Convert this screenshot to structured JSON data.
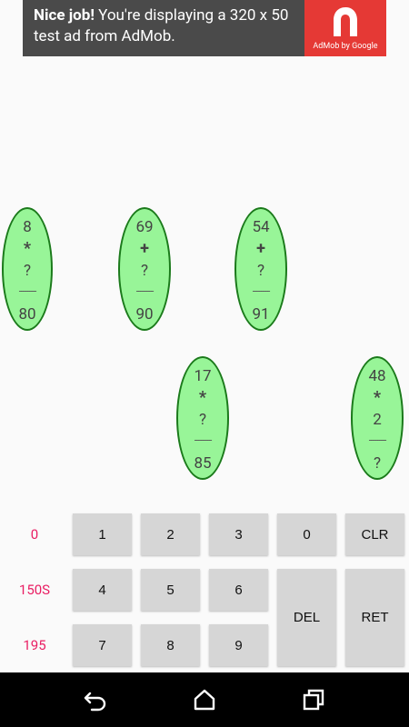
{
  "ad": {
    "strong_text": "Nice job!",
    "body_text": " You're displaying a 320 x 50 test ad from AdMob.",
    "logo_label": "AdMob by Google",
    "bg_color": "#4a4a4a",
    "logo_color": "#e53935"
  },
  "puzzles": [
    {
      "top": "8",
      "op": "*",
      "middle": "?",
      "divider": "--------",
      "result": "80"
    },
    {
      "top": "69",
      "op": "+",
      "middle": "?",
      "divider": "--------",
      "result": "90"
    },
    {
      "top": "54",
      "op": "+",
      "middle": "?",
      "divider": "--------",
      "result": "91"
    },
    {
      "top": "17",
      "op": "*",
      "middle": "?",
      "divider": "--------",
      "result": "85"
    },
    {
      "top": "48",
      "op": "*",
      "middle": "2",
      "divider": "--------",
      "result": "?"
    }
  ],
  "side_labels": {
    "score": "0",
    "time": "150S",
    "total": "195"
  },
  "keys": {
    "k1": "1",
    "k2": "2",
    "k3": "3",
    "k0": "0",
    "clr": "CLR",
    "k4": "4",
    "k5": "5",
    "k6": "6",
    "del": "DEL",
    "ret": "RET",
    "k7": "7",
    "k8": "8",
    "k9": "9"
  },
  "colors": {
    "puzzle_fill": "#98f598",
    "puzzle_border": "#1b7a1b",
    "op_multiply": "#e040e0",
    "op_add": "#1a1aa0",
    "side_label": "#e91e63",
    "key_bg": "#d6d6d6"
  },
  "nav": {
    "back": "back-icon",
    "home": "home-icon",
    "recents": "recents-icon"
  }
}
